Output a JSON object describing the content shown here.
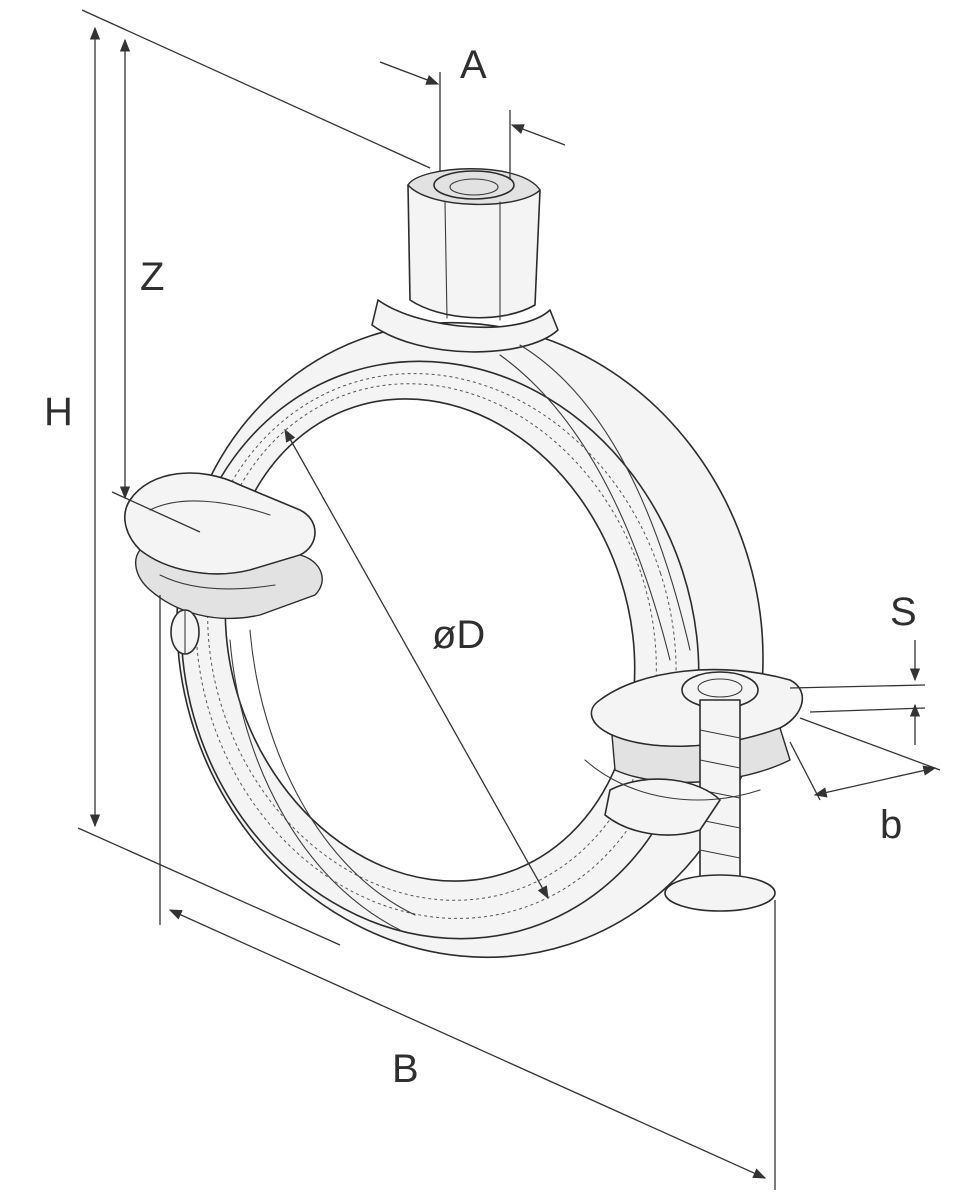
{
  "labels": {
    "A": "A",
    "Z": "Z",
    "H": "H",
    "oD": "øD",
    "S": "S",
    "b": "b",
    "B": "B"
  }
}
